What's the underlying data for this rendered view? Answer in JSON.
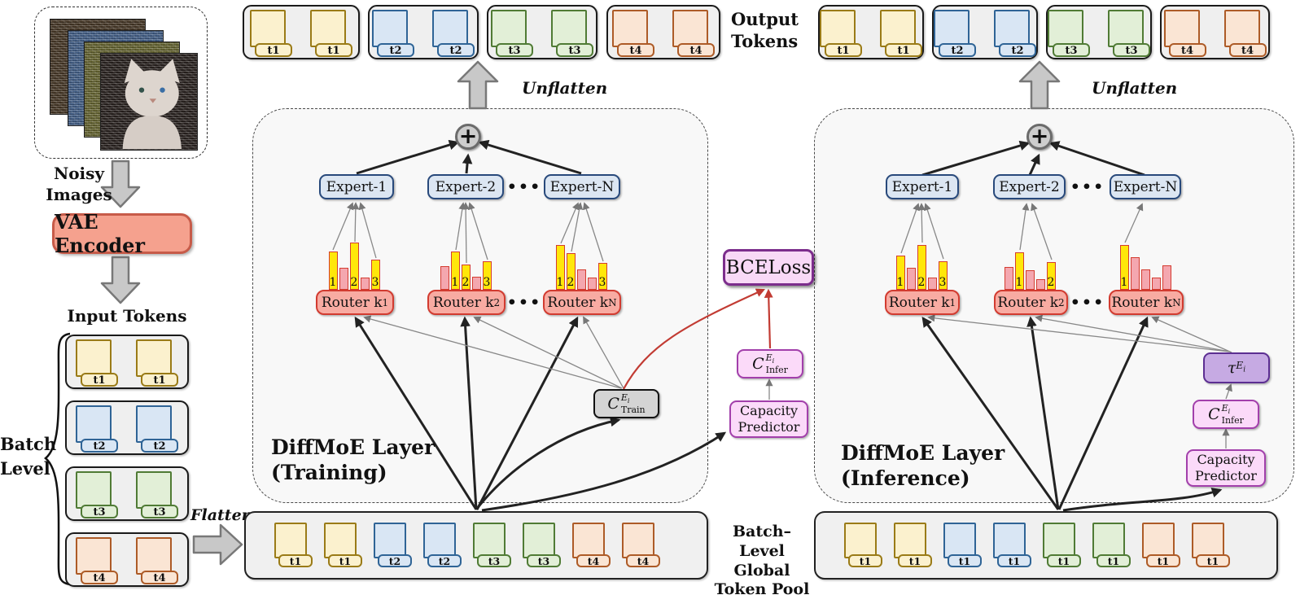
{
  "symbols": {
    "plus": "+",
    "dots": "•••"
  },
  "left": {
    "noisy_label": "Noisy\nImages",
    "vae_label": "VAE Encoder",
    "input_tokens_title": "Input Tokens",
    "batch_level_label": "Batch\nLevel",
    "flatten_label": "Flatten",
    "input_groups": [
      {
        "tokens": [
          {
            "color": "yellow",
            "label": "t1"
          },
          {
            "color": "yellow",
            "label": "t1"
          }
        ]
      },
      {
        "tokens": [
          {
            "color": "blue",
            "label": "t2"
          },
          {
            "color": "blue",
            "label": "t2"
          }
        ]
      },
      {
        "tokens": [
          {
            "color": "green",
            "label": "t3"
          },
          {
            "color": "green",
            "label": "t3"
          }
        ]
      },
      {
        "tokens": [
          {
            "color": "orange",
            "label": "t4"
          },
          {
            "color": "orange",
            "label": "t4"
          }
        ]
      }
    ]
  },
  "training": {
    "title": "DiffMoE Layer\n(Training)",
    "unflatten_label": "Unflatten",
    "output_tokens_title": "Output\nTokens",
    "output_groups": [
      {
        "tokens": [
          {
            "color": "yellow",
            "label": "t1"
          },
          {
            "color": "yellow",
            "label": "t1"
          }
        ]
      },
      {
        "tokens": [
          {
            "color": "blue",
            "label": "t2"
          },
          {
            "color": "blue",
            "label": "t2"
          }
        ]
      },
      {
        "tokens": [
          {
            "color": "green",
            "label": "t3"
          },
          {
            "color": "green",
            "label": "t3"
          }
        ]
      },
      {
        "tokens": [
          {
            "color": "orange",
            "label": "t4"
          },
          {
            "color": "orange",
            "label": "t4"
          }
        ]
      }
    ],
    "experts": [
      "Expert-1",
      "Expert-2",
      "Expert-N"
    ],
    "routers": [
      {
        "name": "Router k",
        "sub": "1",
        "bars": [
          {
            "t": "y",
            "h": 47,
            "n": "1"
          },
          {
            "t": "p",
            "h": 27,
            "n": ""
          },
          {
            "t": "y",
            "h": 58,
            "n": "2"
          },
          {
            "t": "p",
            "h": 15,
            "n": ""
          },
          {
            "t": "y",
            "h": 37,
            "n": "3"
          }
        ]
      },
      {
        "name": "Router k",
        "sub": "2",
        "bars": [
          {
            "t": "p",
            "h": 29,
            "n": ""
          },
          {
            "t": "y",
            "h": 47,
            "n": "1"
          },
          {
            "t": "y",
            "h": 31,
            "n": "2"
          },
          {
            "t": "p",
            "h": 16,
            "n": ""
          },
          {
            "t": "y",
            "h": 35,
            "n": "3"
          }
        ]
      },
      {
        "name": "Router k",
        "sub": "N",
        "bars": [
          {
            "t": "y",
            "h": 55,
            "n": "1"
          },
          {
            "t": "y",
            "h": 45,
            "n": "2"
          },
          {
            "t": "p",
            "h": 25,
            "n": ""
          },
          {
            "t": "p",
            "h": 15,
            "n": ""
          },
          {
            "t": "y",
            "h": 33,
            "n": "3"
          }
        ]
      }
    ],
    "c_train": {
      "base": "C",
      "sup_base": "E",
      "sup_sub": "i",
      "sub": "Train"
    },
    "bceloss_label": "BCELoss",
    "c_infer": {
      "base": "C",
      "sup_base": "E",
      "sup_sub": "i",
      "sub": "Infer"
    },
    "capacity_predictor_label": "Capacity\nPredictor"
  },
  "inference": {
    "title": "DiffMoE Layer\n(Inference)",
    "unflatten_label": "Unflatten",
    "output_groups": [
      {
        "tokens": [
          {
            "color": "yellow",
            "label": "t1"
          },
          {
            "color": "yellow",
            "label": "t1"
          }
        ]
      },
      {
        "tokens": [
          {
            "color": "blue",
            "label": "t2"
          },
          {
            "color": "blue",
            "label": "t2"
          }
        ]
      },
      {
        "tokens": [
          {
            "color": "green",
            "label": "t3"
          },
          {
            "color": "green",
            "label": "t3"
          }
        ]
      },
      {
        "tokens": [
          {
            "color": "orange",
            "label": "t4"
          },
          {
            "color": "orange",
            "label": "t4"
          }
        ]
      }
    ],
    "experts": [
      "Expert-1",
      "Expert-2",
      "Expert-N"
    ],
    "routers": [
      {
        "name": "Router k",
        "sub": "1",
        "bars": [
          {
            "t": "y",
            "h": 42,
            "n": "1"
          },
          {
            "t": "p",
            "h": 27,
            "n": ""
          },
          {
            "t": "y",
            "h": 55,
            "n": "2"
          },
          {
            "t": "p",
            "h": 15,
            "n": ""
          },
          {
            "t": "y",
            "h": 35,
            "n": "3"
          }
        ]
      },
      {
        "name": "Router k",
        "sub": "2",
        "bars": [
          {
            "t": "p",
            "h": 28,
            "n": ""
          },
          {
            "t": "y",
            "h": 46,
            "n": "1"
          },
          {
            "t": "p",
            "h": 24,
            "n": ""
          },
          {
            "t": "p",
            "h": 13,
            "n": ""
          },
          {
            "t": "y",
            "h": 34,
            "n": "2"
          }
        ]
      },
      {
        "name": "Router k",
        "sub": "N",
        "bars": [
          {
            "t": "y",
            "h": 55,
            "n": "1"
          },
          {
            "t": "p",
            "h": 40,
            "n": ""
          },
          {
            "t": "p",
            "h": 25,
            "n": ""
          },
          {
            "t": "p",
            "h": 15,
            "n": ""
          },
          {
            "t": "p",
            "h": 30,
            "n": ""
          }
        ]
      }
    ],
    "tau": {
      "base": "τ",
      "sub_base": "E",
      "sub_sub": "i"
    },
    "c_infer": {
      "base": "C",
      "sup_base": "E",
      "sup_sub": "i",
      "sub": "Infer"
    },
    "capacity_predictor_label": "Capacity\nPredictor"
  },
  "pools": {
    "label": "Batch–Level\nGlobal\nToken Pool",
    "train_tokens": [
      {
        "color": "yellow",
        "label": "t1"
      },
      {
        "color": "yellow",
        "label": "t1"
      },
      {
        "color": "blue",
        "label": "t2"
      },
      {
        "color": "blue",
        "label": "t2"
      },
      {
        "color": "green",
        "label": "t3"
      },
      {
        "color": "green",
        "label": "t3"
      },
      {
        "color": "orange",
        "label": "t4"
      },
      {
        "color": "orange",
        "label": "t4"
      }
    ],
    "infer_tokens": [
      {
        "color": "yellow",
        "label": "t1"
      },
      {
        "color": "yellow",
        "label": "t1"
      },
      {
        "color": "blue",
        "label": "t1"
      },
      {
        "color": "blue",
        "label": "t1"
      },
      {
        "color": "green",
        "label": "t1"
      },
      {
        "color": "green",
        "label": "t1"
      },
      {
        "color": "orange",
        "label": "t1"
      },
      {
        "color": "orange",
        "label": "t1"
      }
    ]
  }
}
